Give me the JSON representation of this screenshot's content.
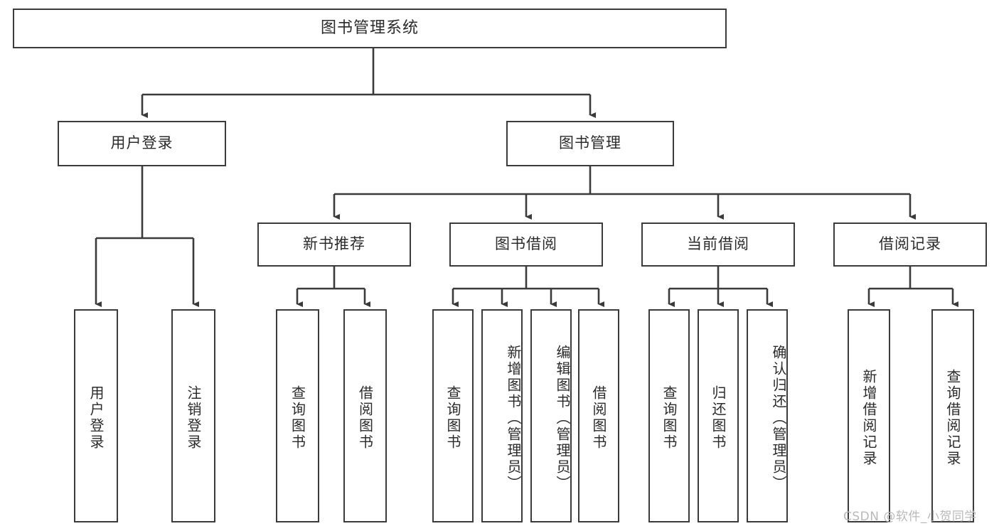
{
  "diagram": {
    "title": "图书管理系统",
    "watermark": "CSDN @软件_小贺同学",
    "line_color": "#3b3b3b",
    "box_fill": "#ffffff",
    "text_color": "#2b2b2b",
    "root": {
      "label": "图书管理系统"
    },
    "level2": [
      {
        "label": "用户登录"
      },
      {
        "label": "图书管理"
      }
    ],
    "level3": [
      {
        "label": "新书推荐"
      },
      {
        "label": "图书借阅"
      },
      {
        "label": "当前借阅"
      },
      {
        "label": "借阅记录"
      }
    ],
    "leaves": {
      "user_login": [
        {
          "label": "用户登录"
        },
        {
          "label": "注销登录"
        }
      ],
      "new_book_recommend": [
        {
          "label": "查询图书"
        },
        {
          "label": "借阅图书"
        }
      ],
      "book_borrow": [
        {
          "label": "查询图书"
        },
        {
          "label": "新增图书（管理员）"
        },
        {
          "label": "编辑图书（管理员）"
        },
        {
          "label": "借阅图书"
        }
      ],
      "current_borrow": [
        {
          "label": "查询图书"
        },
        {
          "label": "归还图书"
        },
        {
          "label": "确认归还（管理员）"
        }
      ],
      "borrow_record": [
        {
          "label": "新增借阅记录"
        },
        {
          "label": "查询借阅记录"
        }
      ]
    }
  }
}
